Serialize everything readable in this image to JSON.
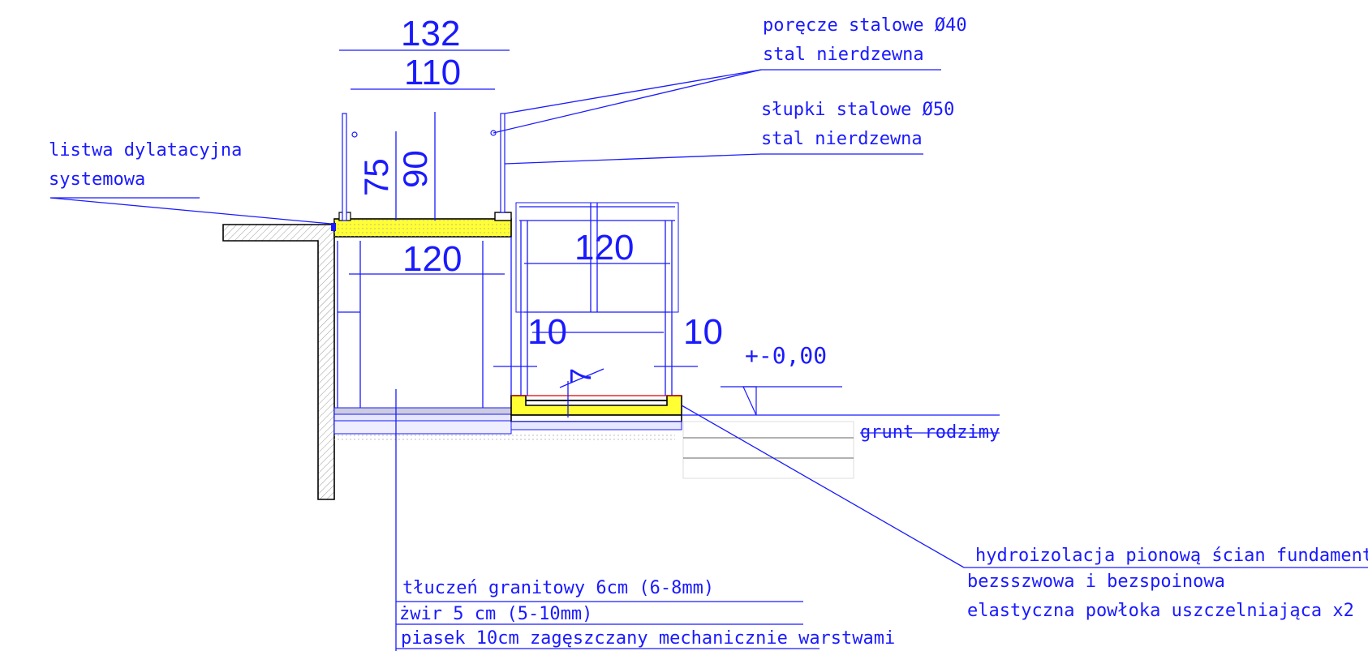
{
  "dimensions": {
    "d132": "132",
    "d110": "110",
    "d75": "75",
    "d90": "90",
    "d120_left": "120",
    "d120_right": "120",
    "d10_left": "10",
    "d10_right": "10",
    "d7": "7"
  },
  "level": "+-0,00",
  "labels": {
    "railing_line1": "poręcze stalowe Ø40",
    "railing_line2": "stal nierdzewna",
    "posts_line1": "słupki stalowe Ø50",
    "posts_line2": "stal nierdzewna",
    "joint_line1": "listwa dylatacyjna",
    "joint_line2": "systemowa",
    "ground": "grunt rodzimy",
    "hydro_line1": "hydroizolacja pionową ścian fundamentowych-",
    "hydro_line2": "bezsszwowa  i bezspoinowa",
    "hydro_line3": "elastyczna  powłoka uszczelniająca x2",
    "layer1": "tłuczeń granitowy 6cm (6-8mm)",
    "layer2": "żwir  5 cm (5-10mm)",
    "layer3": "piasek 10cm zagęszczany mechanicznie warstwami"
  },
  "colors": {
    "line": "#1a1aff",
    "insulation": "#ffff33",
    "section": "#000000"
  }
}
